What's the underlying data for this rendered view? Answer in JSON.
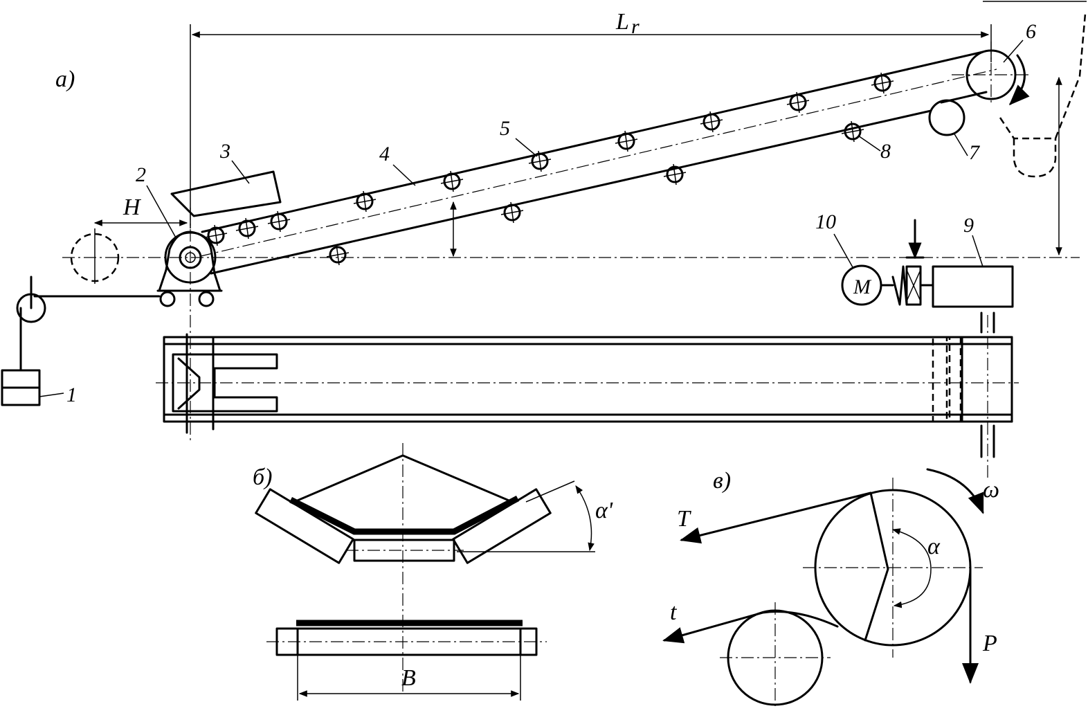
{
  "labels": {
    "view_a": "a)",
    "view_b": "б)",
    "view_v": "в)",
    "n1": "1",
    "n2": "2",
    "n3": "3",
    "n4": "4",
    "n5": "5",
    "n6": "6",
    "n7": "7",
    "n8": "8",
    "n9": "9",
    "n10": "10",
    "H": "H",
    "Lr": "L",
    "Lr_sub": "r",
    "motor": "M",
    "alpha_prime": "α'",
    "B": "B",
    "T": "T",
    "t": "t",
    "omega": "ω",
    "alpha": "α",
    "P": "P"
  }
}
